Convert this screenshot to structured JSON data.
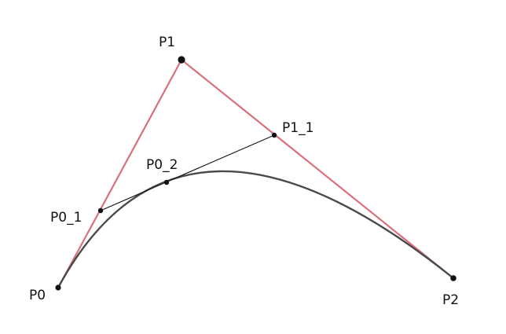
{
  "diagram": {
    "colors": {
      "control_polygon": "#d9707c",
      "curve": "#4a4a4a",
      "construction_line": "#1a1a1a",
      "point": "#111111",
      "background": "#ffffff"
    },
    "points": {
      "p0": {
        "label": "P0"
      },
      "p1": {
        "label": "P1"
      },
      "p2": {
        "label": "P2"
      },
      "p0_1": {
        "label": "P0_1"
      },
      "p1_1": {
        "label": "P1_1"
      },
      "p0_2": {
        "label": "P0_2"
      }
    }
  }
}
